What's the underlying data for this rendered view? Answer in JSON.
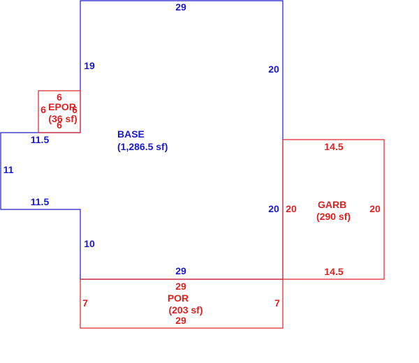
{
  "colors": {
    "base": "#1a1acc",
    "addition": "#dd2222",
    "background": "#ffffff"
  },
  "base": {
    "name": "BASE",
    "area": "(1,286.5 sf)",
    "dimensions": {
      "top": "29",
      "right_upper": "20",
      "right_lower": "20",
      "bottom": "29",
      "left_lower": "10",
      "notch_bottom": "11.5",
      "notch_left": "11",
      "notch_top": "11.5",
      "left_upper": "19"
    }
  },
  "epor": {
    "name": "EPOR",
    "area": "(36 sf)",
    "dimensions": {
      "top": "6",
      "right": "6",
      "bottom": "6",
      "left": "6"
    }
  },
  "garb": {
    "name": "GARB",
    "area": "(290 sf)",
    "dimensions": {
      "top": "14.5",
      "right": "20",
      "bottom": "14.5",
      "left": "20"
    }
  },
  "por": {
    "name": "POR",
    "area": "(203 sf)",
    "dimensions": {
      "top": "29",
      "right": "7",
      "bottom": "29",
      "left": "7"
    }
  }
}
